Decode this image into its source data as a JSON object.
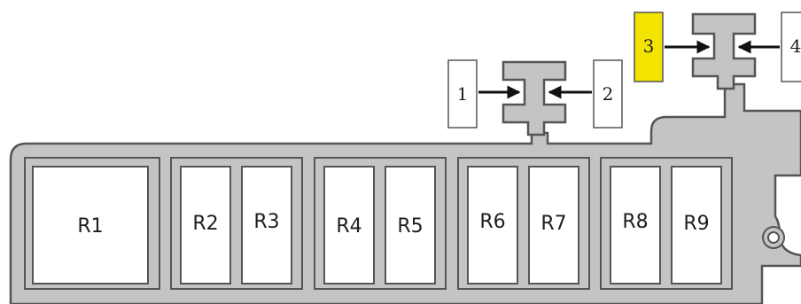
{
  "colors": {
    "housing": "#c4c4c6",
    "outline": "#555555",
    "slot": "#ffffff",
    "highlight": "#f2e400",
    "arrow": "#111111"
  },
  "relays": [
    {
      "label": "R1"
    },
    {
      "label": "R2"
    },
    {
      "label": "R3"
    },
    {
      "label": "R4"
    },
    {
      "label": "R5"
    },
    {
      "label": "R6"
    },
    {
      "label": "R7"
    },
    {
      "label": "R8"
    },
    {
      "label": "R9"
    }
  ],
  "fuse_labels": [
    {
      "label": "1",
      "highlighted": false,
      "arrow_icon": "arrow-right-icon"
    },
    {
      "label": "2",
      "highlighted": false,
      "arrow_icon": "arrow-left-icon"
    },
    {
      "label": "3",
      "highlighted": true,
      "arrow_icon": "arrow-right-icon"
    },
    {
      "label": "4",
      "highlighted": false,
      "arrow_icon": "arrow-left-icon"
    }
  ],
  "icons": [
    "mounting-hole-icon",
    "fuse-holder-icon"
  ]
}
